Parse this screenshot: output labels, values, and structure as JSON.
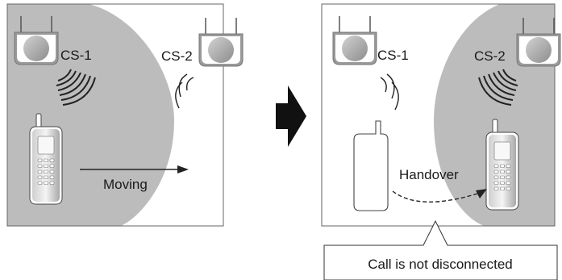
{
  "left_panel": {
    "station_1_label": "CS-1",
    "station_2_label": "CS-2",
    "movement_label": "Moving"
  },
  "right_panel": {
    "station_1_label": "CS-1",
    "station_2_label": "CS-2",
    "handover_label": "Handover"
  },
  "callout": {
    "text": "Call is not disconnected"
  },
  "transition_arrow": {
    "icon": "right-arrow-icon"
  }
}
